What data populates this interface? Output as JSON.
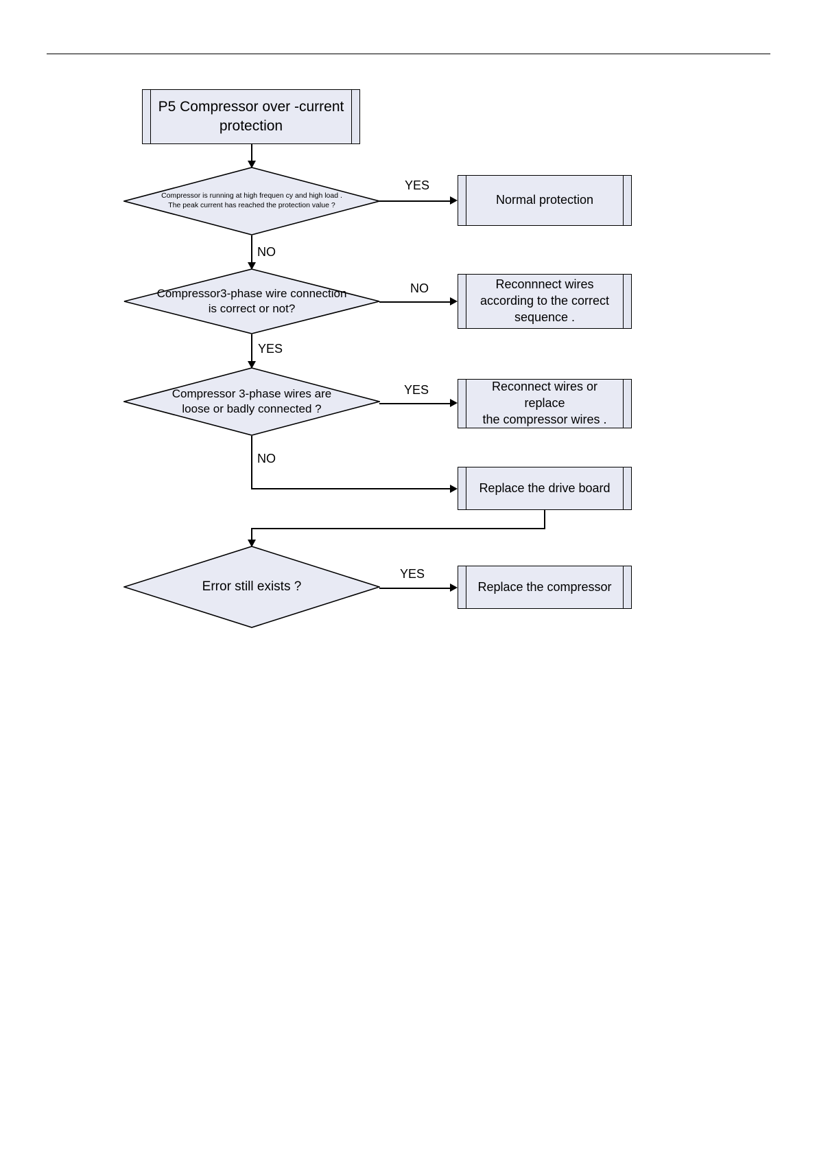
{
  "page": {
    "title_rule": "header-divider"
  },
  "flow": {
    "start": {
      "code": "P5",
      "label": "P5    Compressor over -current\nprotection"
    },
    "decisions": [
      {
        "id": "d1",
        "text": "Compressor is running at high frequen cy and  high  load .\nThe peak current has reached the protection value ?",
        "yes_label": "YES",
        "no_label": "NO"
      },
      {
        "id": "d2",
        "text": "Compressor3-phase wire connection\nis correct or not?",
        "yes_label": "YES",
        "no_label": "NO"
      },
      {
        "id": "d3",
        "text": "Compressor 3-phase wires are\nloose or badly connected ?",
        "yes_label": "YES",
        "no_label": "NO"
      },
      {
        "id": "d4",
        "text": "Error still exists ?",
        "yes_label": "YES"
      }
    ],
    "actions": [
      {
        "id": "a1",
        "text": "Normal protection"
      },
      {
        "id": "a2",
        "text": "Reconnnect wires\naccording to the correct\nsequence ."
      },
      {
        "id": "a3",
        "text": "Reconnect wires or replace\nthe compressor wires ."
      },
      {
        "id": "a4",
        "text": "Replace the drive board"
      },
      {
        "id": "a5",
        "text": "Replace the compressor"
      }
    ]
  },
  "colors": {
    "shape_fill": "#e8eaf4",
    "shape_side": "#e3e6f1",
    "stroke": "#000000",
    "page_bg": "#ffffff"
  }
}
